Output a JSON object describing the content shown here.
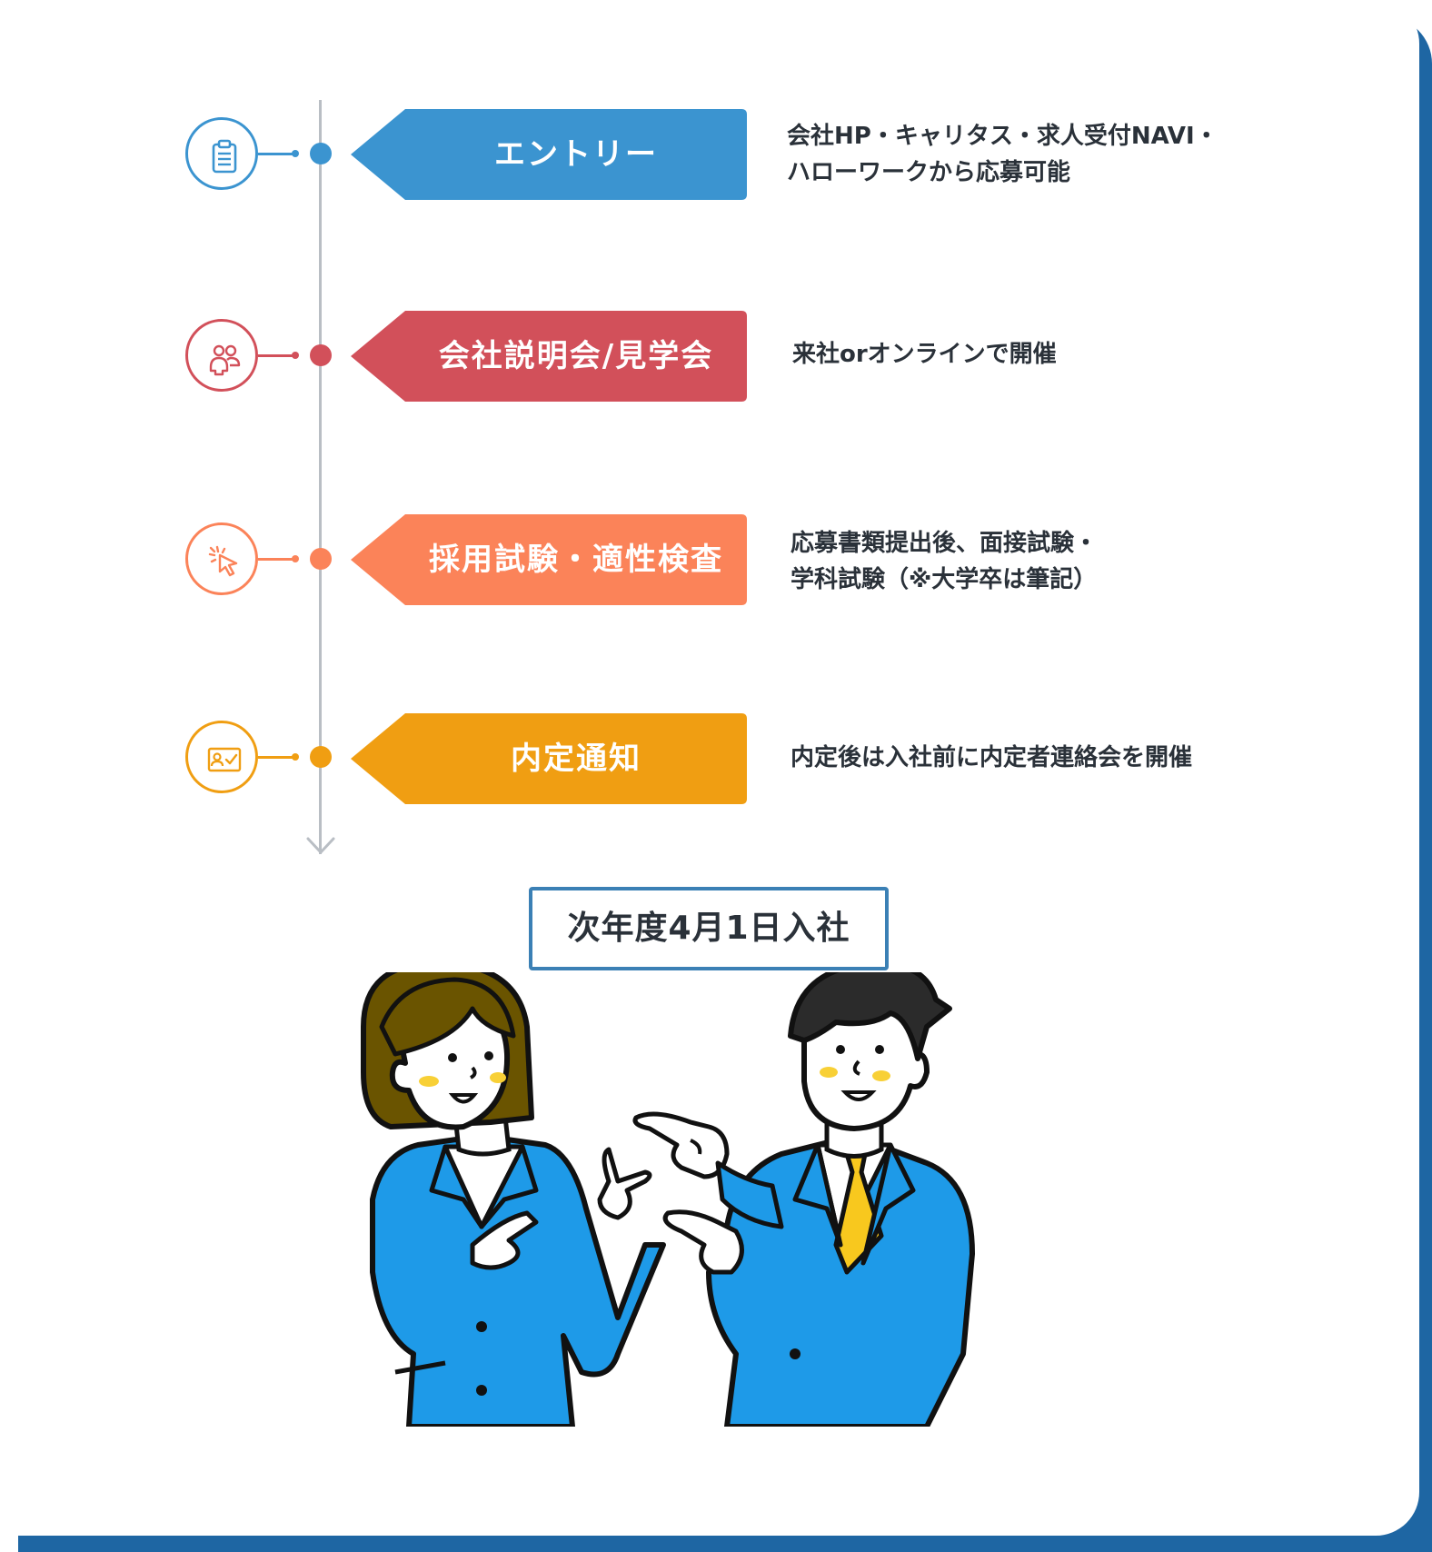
{
  "colors": {
    "entry": "#3b94d0",
    "briefing": "#d2505a",
    "exam": "#fb8359",
    "offer": "#f09e12",
    "border": "#1e66a3",
    "join_border": "#3b80b5"
  },
  "steps": [
    {
      "label": "エントリー",
      "icon": "clipboard-icon",
      "description": "会社HP・キャリタス・求人受付NAVI・\nハローワークから応募可能"
    },
    {
      "label": "会社説明会/見学会",
      "icon": "people-icon",
      "description": "来社orオンラインで開催"
    },
    {
      "label": "採用試験・適性検査",
      "icon": "pointer-click-icon",
      "description": "応募書類提出後、面接試験・\n学科試験（※大学卒は筆記）"
    },
    {
      "label": "内定通知",
      "icon": "id-card-check-icon",
      "description": "内定後は入社前に内定者連絡会を開催"
    }
  ],
  "join_date": "次年度4月1日入社",
  "illustration": "two-business-people-pointing-illustration"
}
